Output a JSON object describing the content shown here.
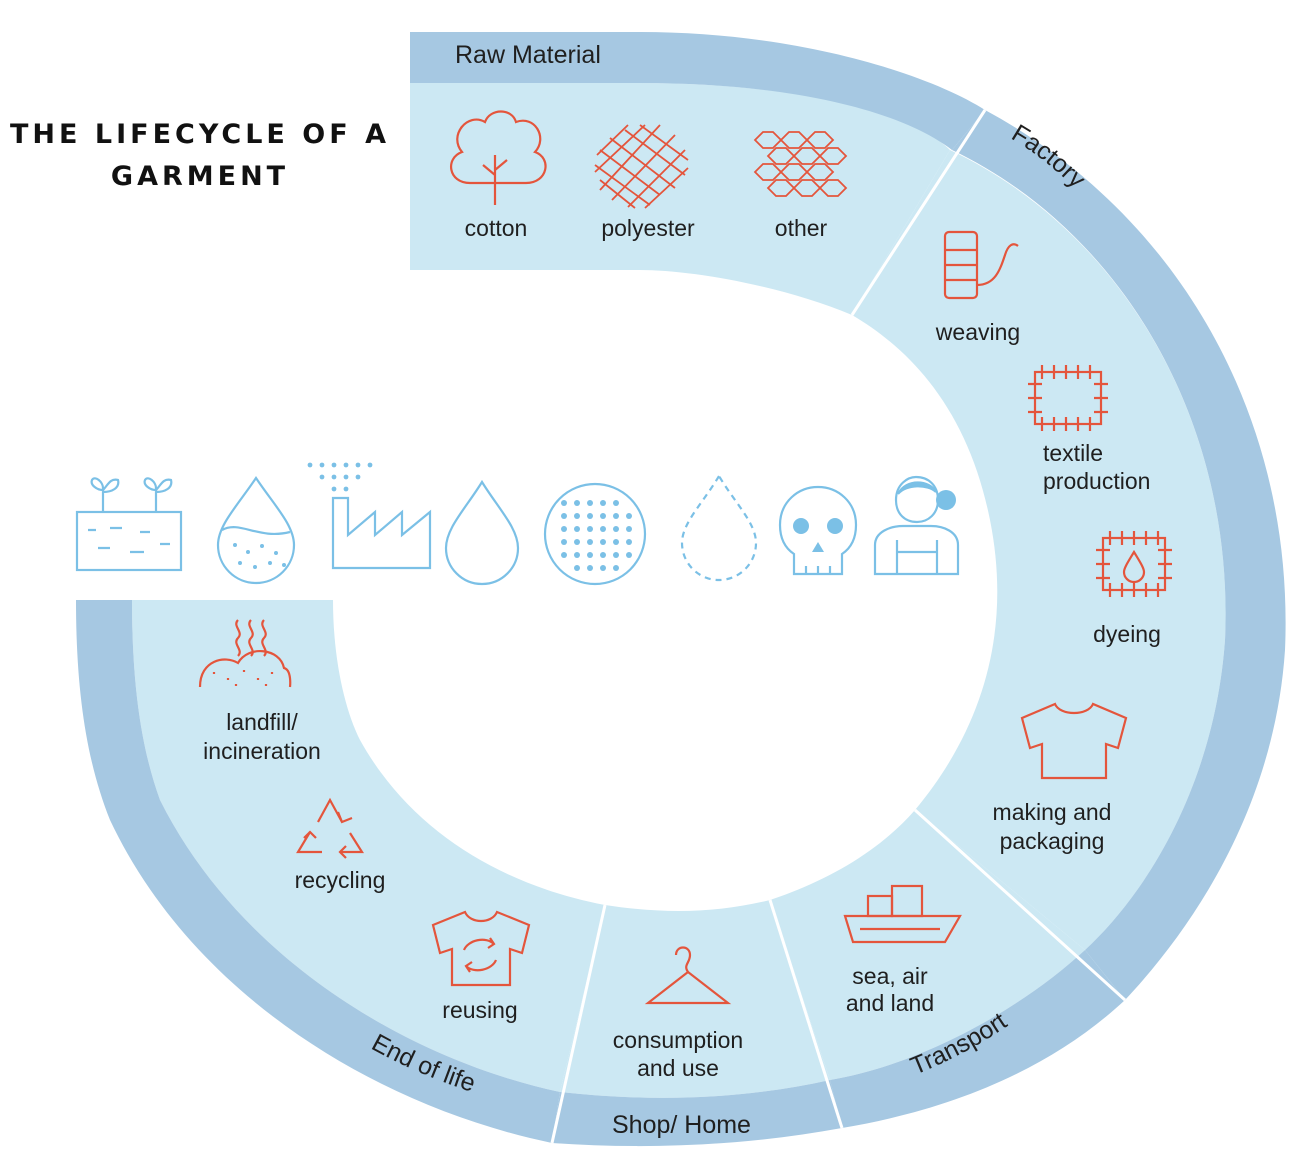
{
  "title": "THE LIFECYCLE OF A GARMENT",
  "stages": {
    "raw_material": "Raw Material",
    "factory": "Factory",
    "transport": "Transport",
    "shop_home": "Shop/ Home",
    "end_of_life": "End of life"
  },
  "items": {
    "cotton": "cotton",
    "polyester": "polyester",
    "other": "other",
    "weaving": "weaving",
    "textile_1": "textile",
    "textile_2": "production",
    "dyeing": "dyeing",
    "making_1": "making and",
    "making_2": "packaging",
    "sea_1": "sea, air",
    "sea_2": "and land",
    "consumption_1": "consumption",
    "consumption_2": "and use",
    "reusing": "reusing",
    "recycling": "recycling",
    "landfill_1": "landfill/",
    "landfill_2": "incineration"
  },
  "impact_icons": [
    "plant-soil-icon",
    "polluted-water-drop-icon",
    "factory-emissions-icon",
    "water-drop-icon",
    "microfibre-circle-icon",
    "dashed-water-drop-icon",
    "skull-icon",
    "worker-icon"
  ],
  "colors": {
    "ring_light": "#cce8f3",
    "band": "#a6c8e2",
    "icon_orange": "#e4553c",
    "icon_blue": "#7bc0e6",
    "divider": "#ffffff",
    "text": "#1f1f1f"
  }
}
